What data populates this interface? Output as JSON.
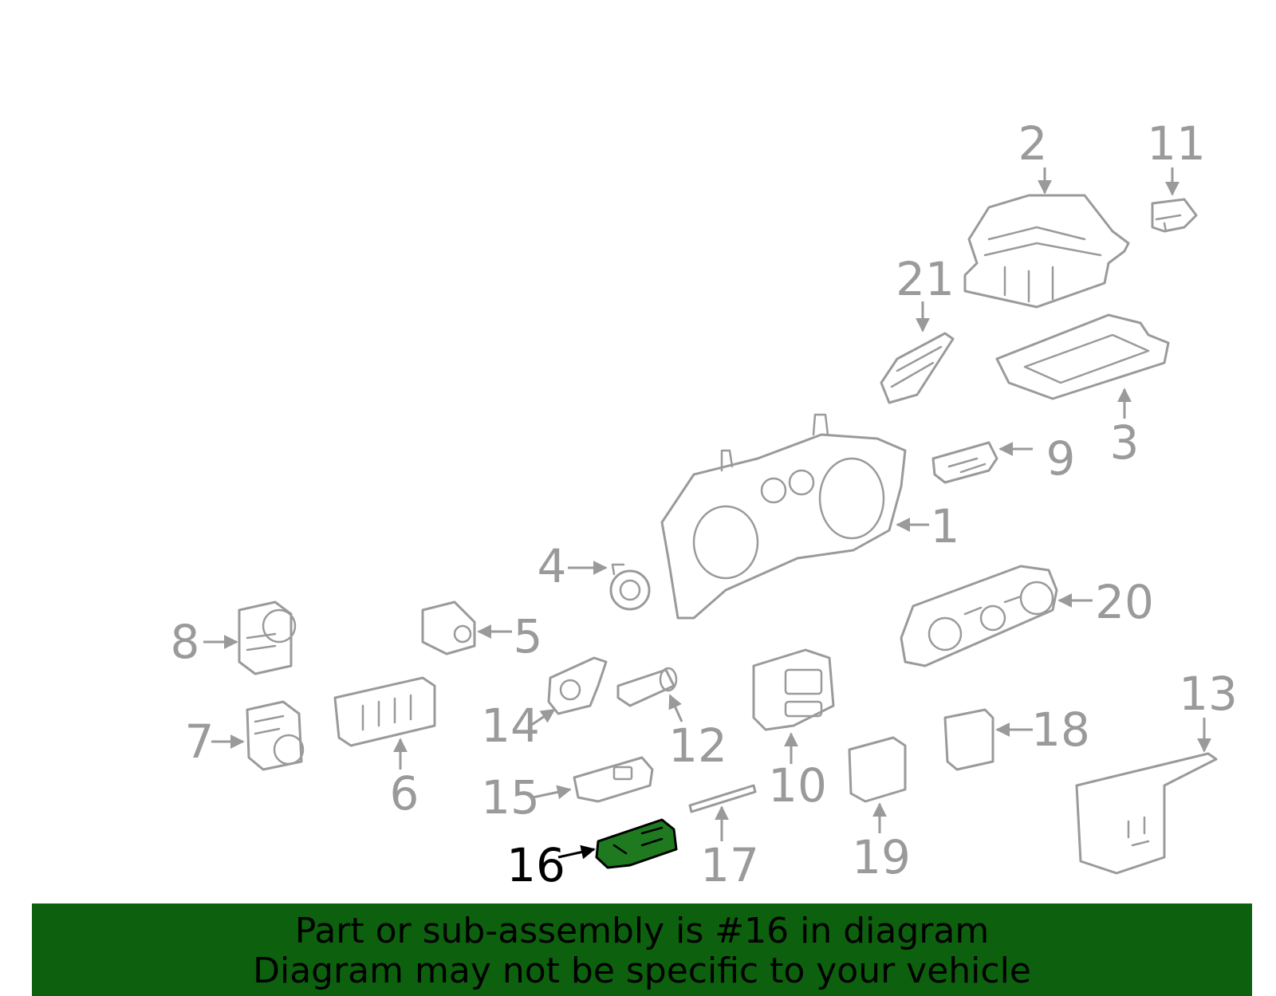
{
  "diagram": {
    "highlighted_part": "16",
    "accent_color": "#1f7a1f",
    "callouts": [
      "1",
      "2",
      "3",
      "4",
      "5",
      "6",
      "7",
      "8",
      "9",
      "10",
      "11",
      "12",
      "13",
      "14",
      "15",
      "16",
      "17",
      "18",
      "19",
      "20",
      "21"
    ]
  },
  "banner": {
    "line1": "Part or sub-assembly is #16 in diagram",
    "line2": "Diagram may not be specific to your vehicle",
    "background": "#0d600d"
  }
}
